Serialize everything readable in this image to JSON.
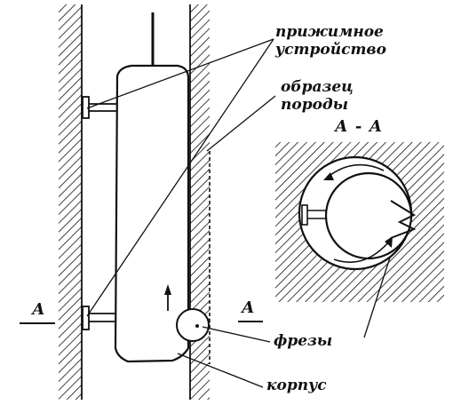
{
  "labels": {
    "clamp_device_line1": "прижимное",
    "clamp_device_line2": "устройство",
    "rock_sample_line1": "образец",
    "rock_sample_line2": "породы",
    "section_title": "А - А",
    "section_mark_left": "А",
    "section_mark_right": "А",
    "cutters": "фрезы",
    "body": "корпус"
  },
  "colors": {
    "ink": "#111111",
    "background": "#ffffff"
  }
}
